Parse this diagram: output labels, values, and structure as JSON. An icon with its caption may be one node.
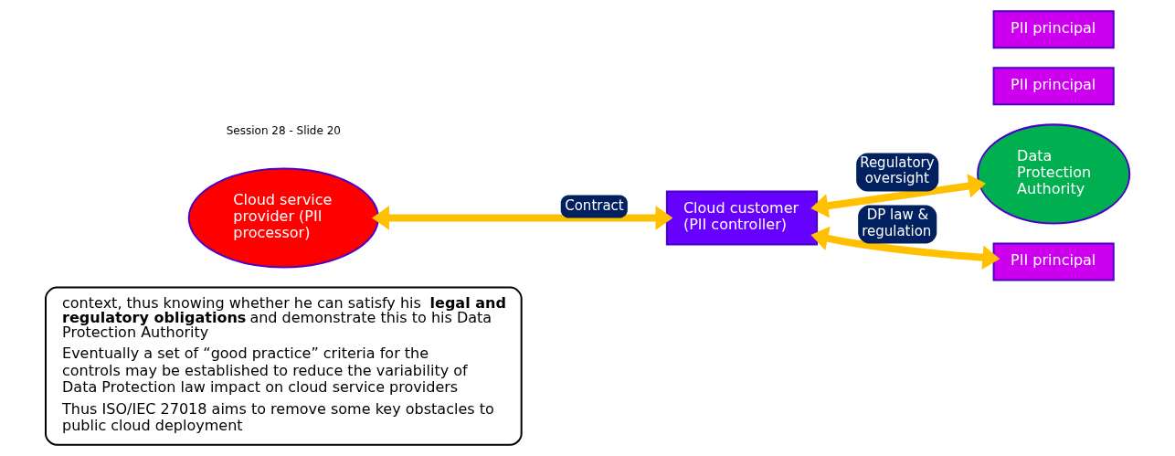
{
  "diagram": {
    "nodes": [
      {
        "text": [
          "context, thus knowing whether he can satisfy his **legal and regulatory obligations** and demonstrate this to his Data Protection Authority",
          "Eventually a set of “good practice” criteria for the controls may be established to reduce the variability of Data Protection law impact on cloud service providers",
          "Thus ISO/IEC 27018 aims to remove some key obstacles to public cloud deployment"
        ]
      },
      {
        "text": [
          "Cloud service provider (PII processor)"
        ]
      },
      {
        "text": [
          "Cloud customer (PII controller)"
        ]
      },
      {
        "text": [
          "Data Protection Authority"
        ]
      },
      {
        "text": [
          "PII principal"
        ]
      },
      {
        "text": [
          "PII principal"
        ]
      },
      {
        "text": [
          "PII principal"
        ]
      }
    ],
    "edges": [
      {
        "from": 1,
        "to": 2,
        "arrow": "both",
        "label": "Contract"
      },
      {
        "from": 2,
        "to": 3,
        "arrow": "both",
        "label": "Regulatory oversight"
      },
      {
        "from": 2,
        "to": 6,
        "arrow": "both",
        "label": "DP law & regulation"
      }
    ],
    "labels": [
      "Session 28 - Slide 20"
    ]
  }
}
